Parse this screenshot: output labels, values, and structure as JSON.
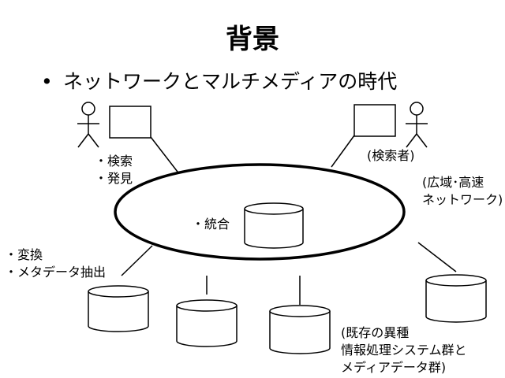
{
  "slide": {
    "title": "背景",
    "bullet_char": "•",
    "bullet": "ネットワークとマルチメディアの時代"
  },
  "labels": {
    "search_discover": [
      "・検索",
      "・発見"
    ],
    "searcher": "(検索者)",
    "network": [
      "(広域･高速",
      "ネットワーク)"
    ],
    "integration": "・統合",
    "conversion": [
      "・変換",
      "・メタデータ抽出"
    ],
    "existing_systems": [
      "(既存の異種",
      "情報処理システム群と",
      "メディアデータ群)"
    ]
  },
  "colors": {
    "stroke": "#000000",
    "fill": "#ffffff"
  }
}
